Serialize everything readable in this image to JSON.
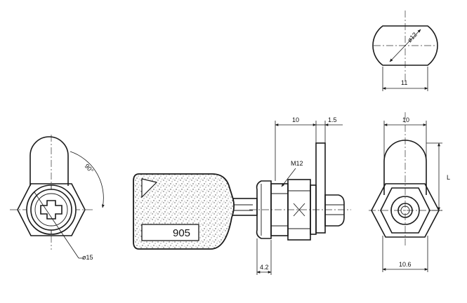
{
  "diagram": {
    "top_view": {
      "dia_label": "ø12",
      "width_label": "11"
    },
    "front_view": {
      "angle_label": "90°",
      "dia_label": "ø15"
    },
    "key": {
      "number": "905"
    },
    "side_view": {
      "thread_label": "M12",
      "dim_top": "10",
      "dim_small": "1.5",
      "dim_bottom": "4.2"
    },
    "end_view": {
      "dim_top": "10",
      "dim_bottom": "10.6",
      "length_label": "L"
    }
  }
}
